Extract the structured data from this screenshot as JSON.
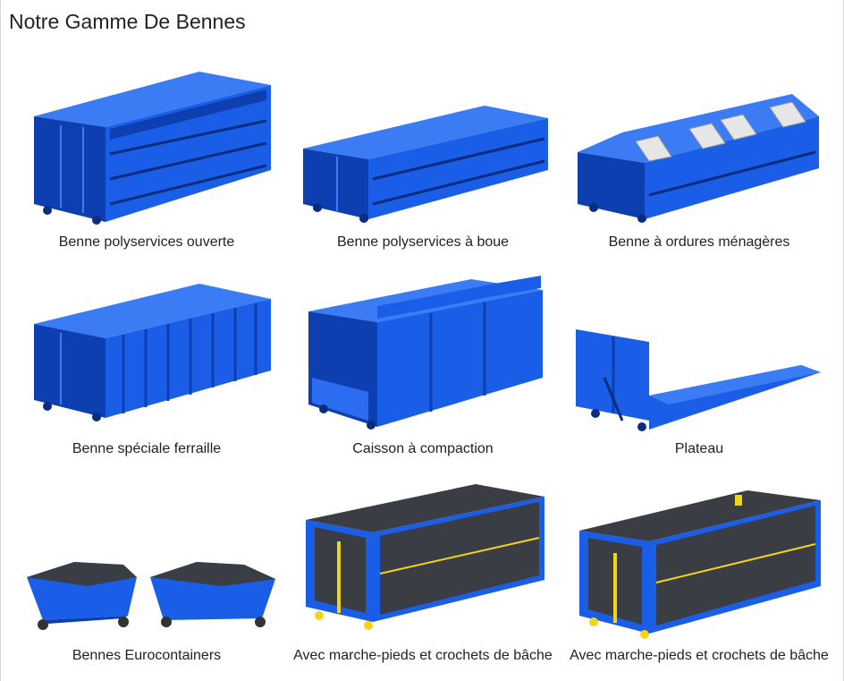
{
  "page": {
    "title": "Notre Gamme De Bennes"
  },
  "colors": {
    "container_blue": "#1a5ee8",
    "container_blue_dark": "#0d3fb0",
    "container_blue_light": "#3b7cf5",
    "liner_dark": "#3a3d44",
    "accent_yellow": "#f2d51a"
  },
  "products": [
    {
      "icon": "open-multiservice-skip-image",
      "label": "Benne polyservices ouverte"
    },
    {
      "icon": "mud-multiservice-skip-image",
      "label": "Benne polyservices à boue"
    },
    {
      "icon": "household-waste-skip-image",
      "label": "Benne à ordures ménagères"
    },
    {
      "icon": "scrap-metal-skip-image",
      "label": "Benne spéciale ferraille"
    },
    {
      "icon": "compaction-box-image",
      "label": "Caisson à compaction"
    },
    {
      "icon": "flatbed-platform-image",
      "label": "Plateau"
    },
    {
      "icon": "eurocontainers-image",
      "label": "Bennes Eurocontainers"
    },
    {
      "icon": "skip-with-steps-hooks-image",
      "label": "Avec marche-pieds et crochets de bâche"
    },
    {
      "icon": "skip-with-steps-hooks-image-2",
      "label": "Avec marche-pieds et crochets de bâche"
    }
  ]
}
